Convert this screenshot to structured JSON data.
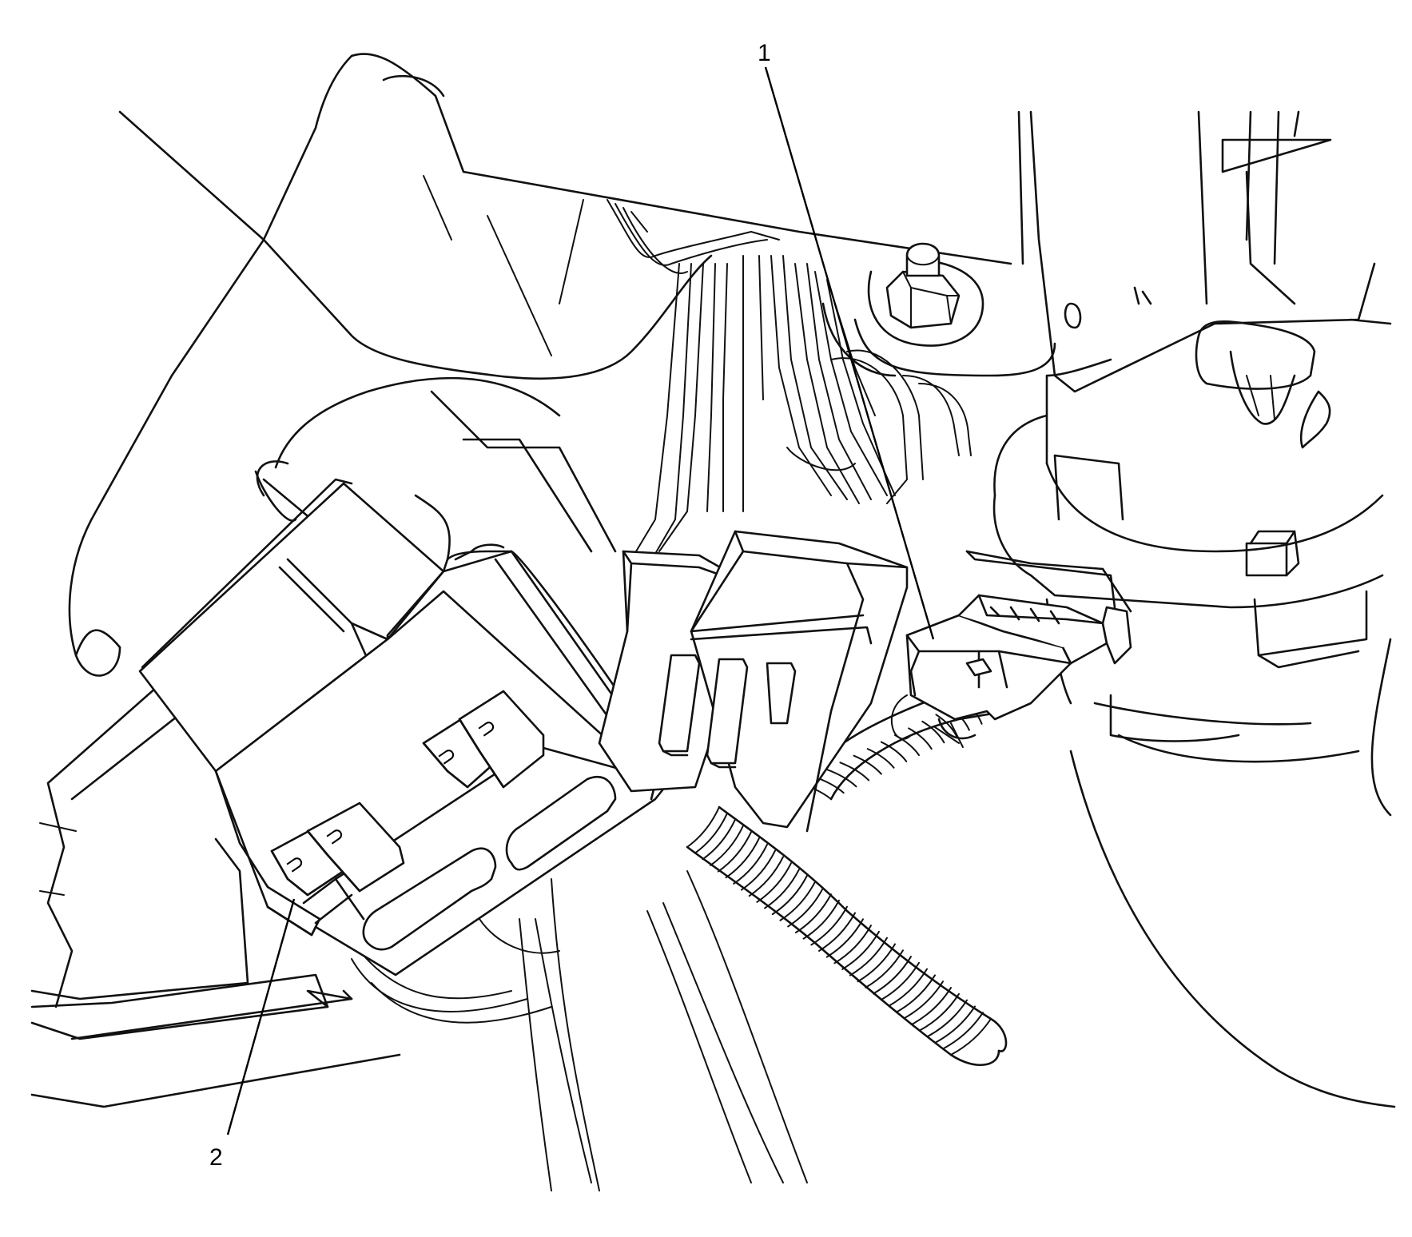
{
  "callouts": [
    {
      "id": "1",
      "label": "1"
    },
    {
      "id": "2",
      "label": "2"
    }
  ],
  "fuse_glyph": "⊃"
}
